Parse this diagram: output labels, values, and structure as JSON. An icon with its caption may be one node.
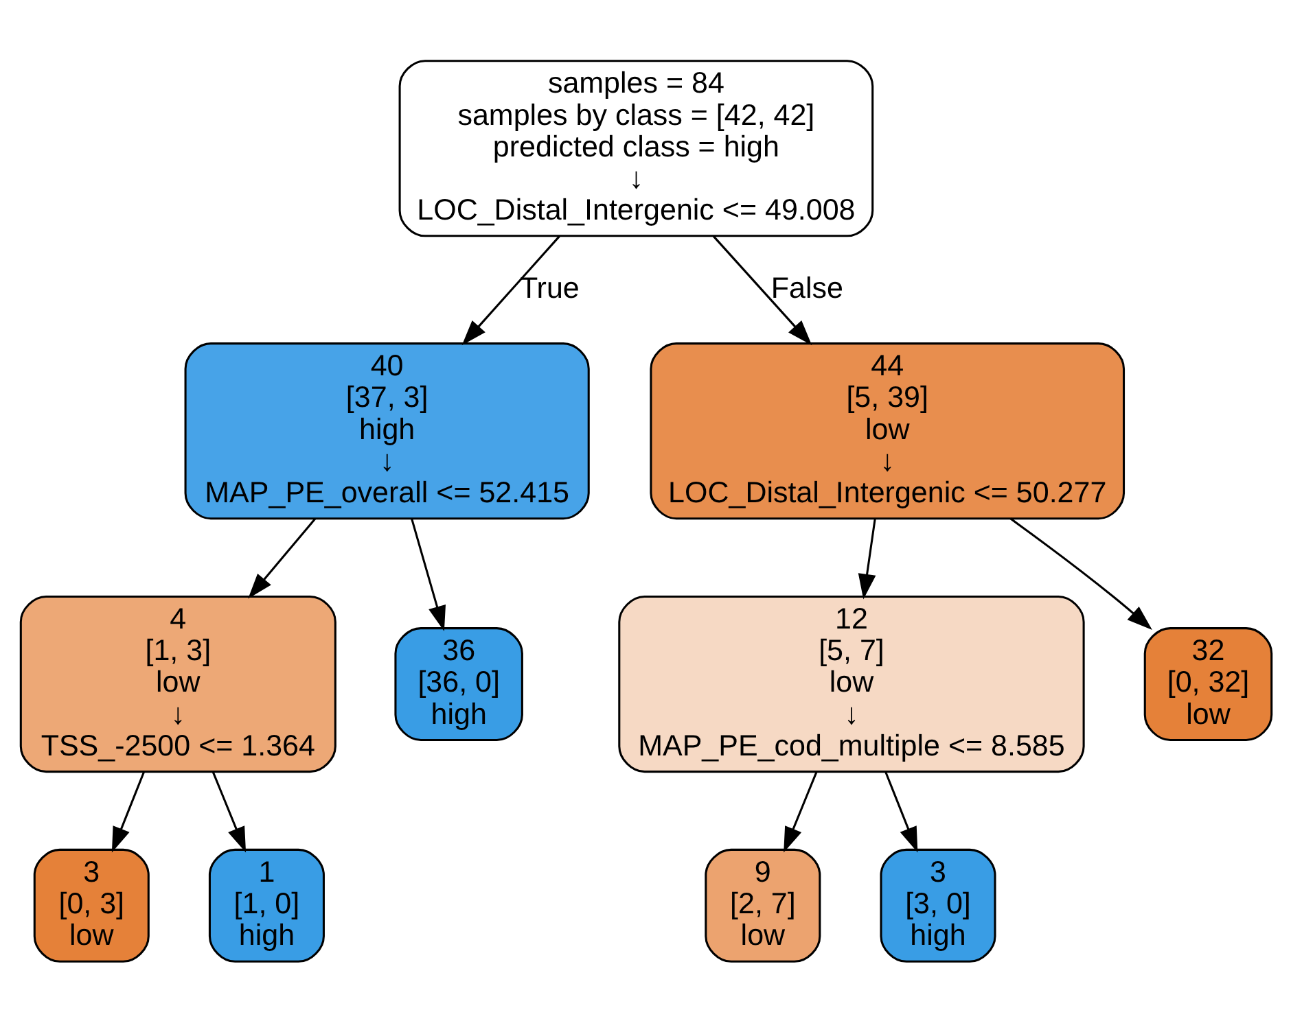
{
  "diagram": {
    "nodes": [
      {
        "text": [
          "samples = 84",
          "samples by class = [42, 42]",
          "predicted class = high",
          "↓",
          "LOC_Distal_Intergenic <= 49.008"
        ]
      },
      {
        "text": [
          "40",
          "[37, 3]",
          "high",
          "↓",
          "MAP_PE_overall <= 52.415"
        ]
      },
      {
        "text": [
          "44",
          "[5, 39]",
          "low",
          "↓",
          "LOC_Distal_Intergenic <= 50.277"
        ]
      },
      {
        "text": [
          "4",
          "[1, 3]",
          "low",
          "↓",
          "TSS_-2500 <= 1.364"
        ]
      },
      {
        "text": [
          "3",
          "[0, 3]",
          "low"
        ]
      },
      {
        "text": [
          "1",
          "[1, 0]",
          "high"
        ]
      },
      {
        "text": [
          "36",
          "[36, 0]",
          "high"
        ]
      },
      {
        "text": [
          "12",
          "[5, 7]",
          "low",
          "↓",
          "MAP_PE_cod_multiple <= 8.585"
        ]
      },
      {
        "text": [
          "9",
          "[2, 7]",
          "low"
        ]
      },
      {
        "text": [
          "3",
          "[3, 0]",
          "high"
        ]
      },
      {
        "text": [
          "32",
          "[0, 32]",
          "low"
        ]
      }
    ],
    "edges": [
      {
        "from": 0,
        "to": 1,
        "arrow": "to",
        "label": "True"
      },
      {
        "from": 0,
        "to": 2,
        "arrow": "to",
        "label": "False"
      },
      {
        "from": 1,
        "to": 3,
        "arrow": "to"
      },
      {
        "from": 1,
        "to": 6,
        "arrow": "to"
      },
      {
        "from": 3,
        "to": 4,
        "arrow": "to"
      },
      {
        "from": 3,
        "to": 5,
        "arrow": "to"
      },
      {
        "from": 2,
        "to": 7,
        "arrow": "to"
      },
      {
        "from": 2,
        "to": 10,
        "arrow": "to"
      },
      {
        "from": 7,
        "to": 8,
        "arrow": "to"
      },
      {
        "from": 7,
        "to": 9,
        "arrow": "to"
      }
    ]
  }
}
